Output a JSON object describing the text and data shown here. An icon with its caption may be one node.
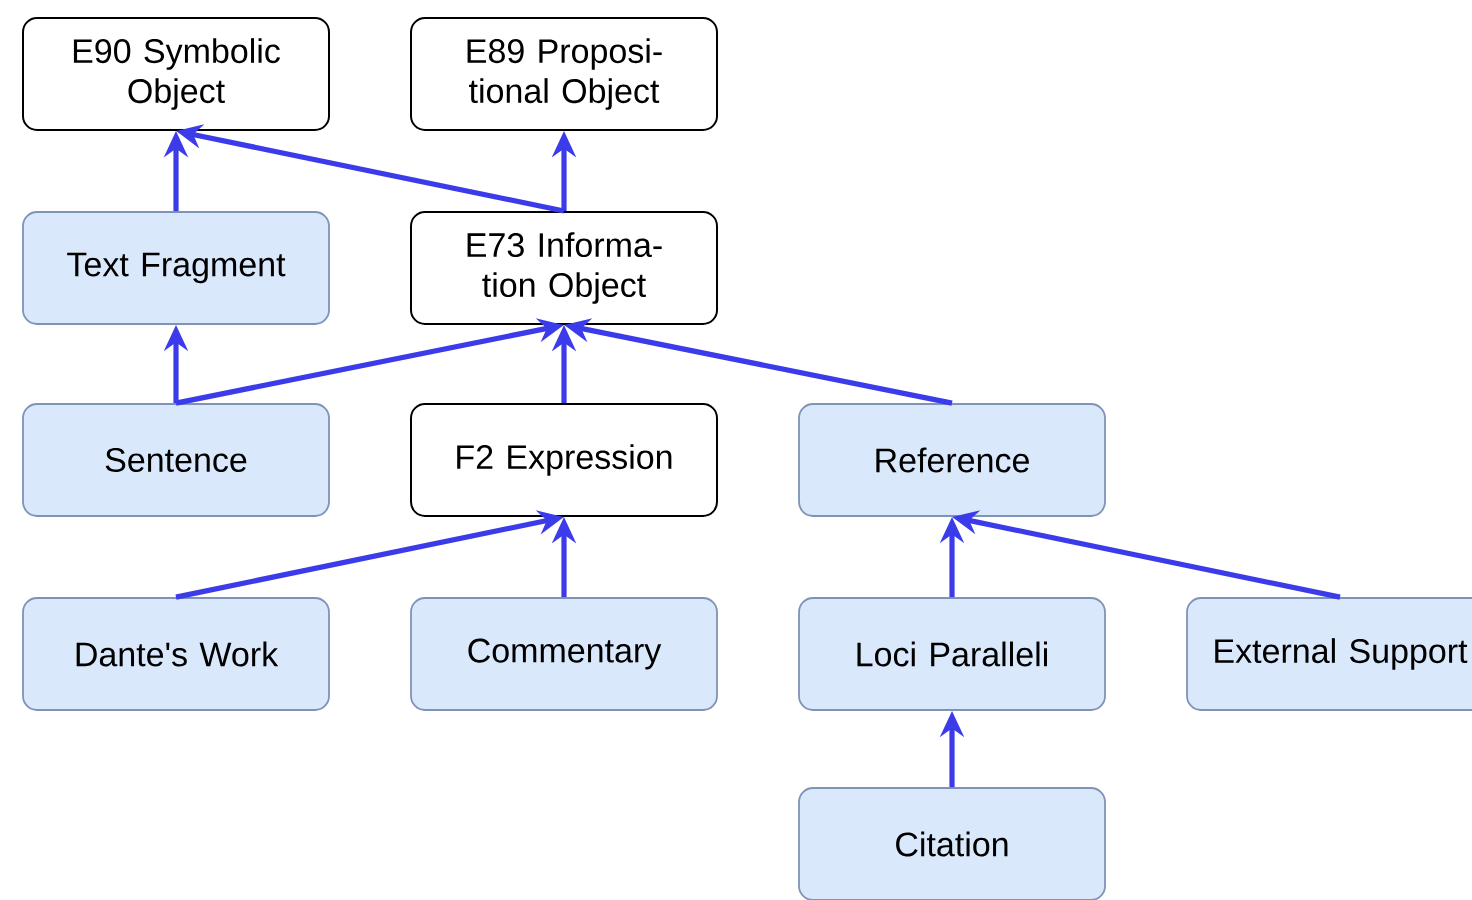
{
  "diagram": {
    "nodes": [
      {
        "text": [
          "E90 Symbolic Object"
        ]
      },
      {
        "text": [
          "E89 Proposi- tional Object"
        ]
      },
      {
        "text": [
          "Text Fragment"
        ]
      },
      {
        "text": [
          "E73 Informa- tion Object"
        ]
      },
      {
        "text": [
          "Sentence"
        ]
      },
      {
        "text": [
          "F2 Expression"
        ]
      },
      {
        "text": [
          "Reference"
        ]
      },
      {
        "text": [
          "Dante's Work"
        ]
      },
      {
        "text": [
          "Commentary"
        ]
      },
      {
        "text": [
          "Loci Paralleli"
        ]
      },
      {
        "text": [
          "External Support"
        ]
      },
      {
        "text": [
          "Citation"
        ]
      }
    ],
    "edges": [
      {
        "from": 2,
        "to": 0,
        "arrow": "to"
      },
      {
        "from": 3,
        "to": 0,
        "arrow": "to"
      },
      {
        "from": 3,
        "to": 1,
        "arrow": "to"
      },
      {
        "from": 4,
        "to": 2,
        "arrow": "to"
      },
      {
        "from": 4,
        "to": 3,
        "arrow": "to"
      },
      {
        "from": 5,
        "to": 3,
        "arrow": "to"
      },
      {
        "from": 6,
        "to": 3,
        "arrow": "to"
      },
      {
        "from": 7,
        "to": 5,
        "arrow": "to"
      },
      {
        "from": 8,
        "to": 5,
        "arrow": "to"
      },
      {
        "from": 9,
        "to": 6,
        "arrow": "to"
      },
      {
        "from": 10,
        "to": 6,
        "arrow": "to"
      },
      {
        "from": 11,
        "to": 9,
        "arrow": "to"
      }
    ]
  }
}
